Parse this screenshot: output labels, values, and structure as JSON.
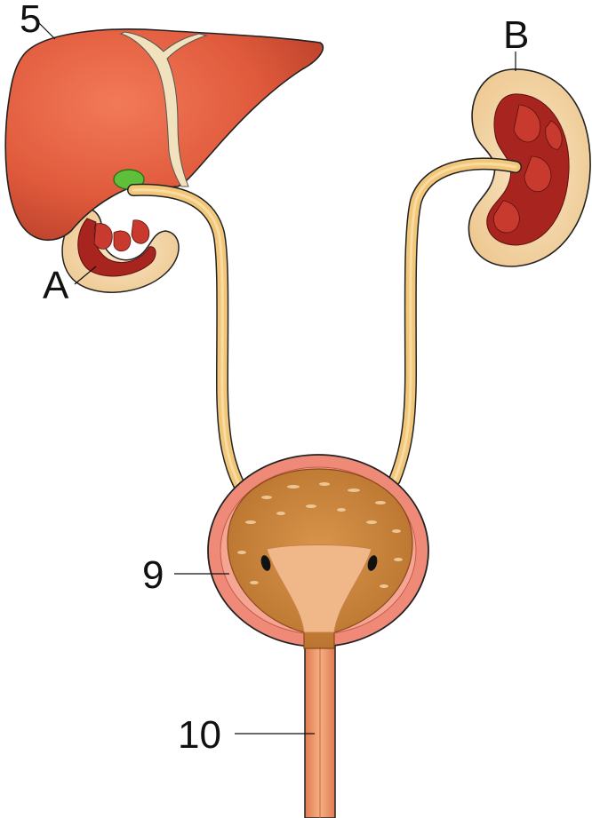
{
  "labels": {
    "liver": "5",
    "left_kidney": "A",
    "right_kidney": "B",
    "bladder": "9",
    "urethra": "10"
  },
  "colors": {
    "liver": "#e05a3c",
    "gallbladder": "#5fbf3a",
    "kidney_cortex": "#f3d9a8",
    "kidney_medulla": "#a8241e",
    "ureter": "#f2c779",
    "bladder_wall": "#ef8a78",
    "bladder_interior": "#c98438",
    "urethra": "#f0a070"
  }
}
